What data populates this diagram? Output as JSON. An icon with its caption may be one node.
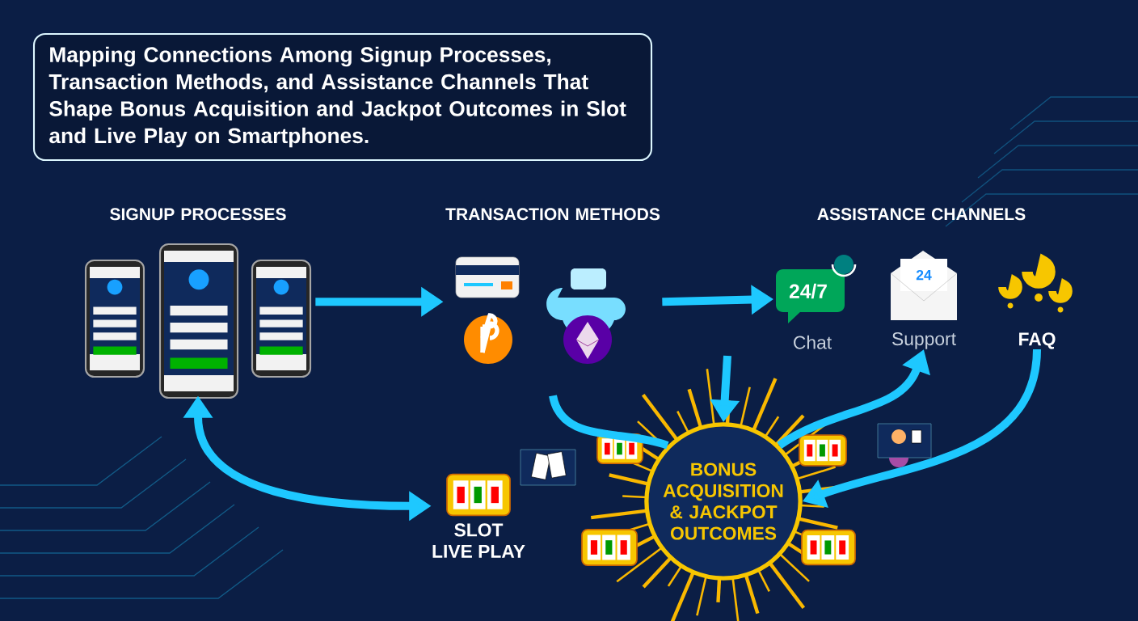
{
  "diagram": {
    "title": "Mapping Connections Among Signup Processes, Transaction Methods, and Assistance Channels That Shape Bonus Acquisition and Jackpot Outcomes in Slot and Live Play on Smartphones.",
    "nodes": [
      {
        "text": [
          "SIGNUP PROCESSES"
        ]
      },
      {
        "text": [
          "TRANSACTION METHODS"
        ]
      },
      {
        "text": [
          "ASSISTANCE CHANNELS"
        ]
      },
      {
        "text": [
          "Chat"
        ],
        "in": 2
      },
      {
        "text": [
          "Support"
        ],
        "in": 2
      },
      {
        "text": [
          "FAQ"
        ],
        "in": 2
      },
      {
        "text": [
          "SLOT",
          "LIVE PLAY"
        ]
      },
      {
        "text": [
          "BONUS ACQUISITION & JACKPOT OUTCOMES"
        ]
      }
    ],
    "edges": [
      {
        "from": 0,
        "to": 1,
        "arrow": "to"
      },
      {
        "from": 1,
        "to": 3,
        "arrow": "to"
      },
      {
        "from": 1,
        "to": 7,
        "arrow": "none"
      },
      {
        "from": null,
        "to": 7,
        "arrow": "to"
      },
      {
        "from": 7,
        "to": 4,
        "arrow": "to"
      },
      {
        "from": 5,
        "to": 7,
        "arrow": "to"
      },
      {
        "from": 0,
        "to": 6,
        "arrow": "both"
      }
    ],
    "labels": [
      "24/7",
      "24"
    ]
  }
}
